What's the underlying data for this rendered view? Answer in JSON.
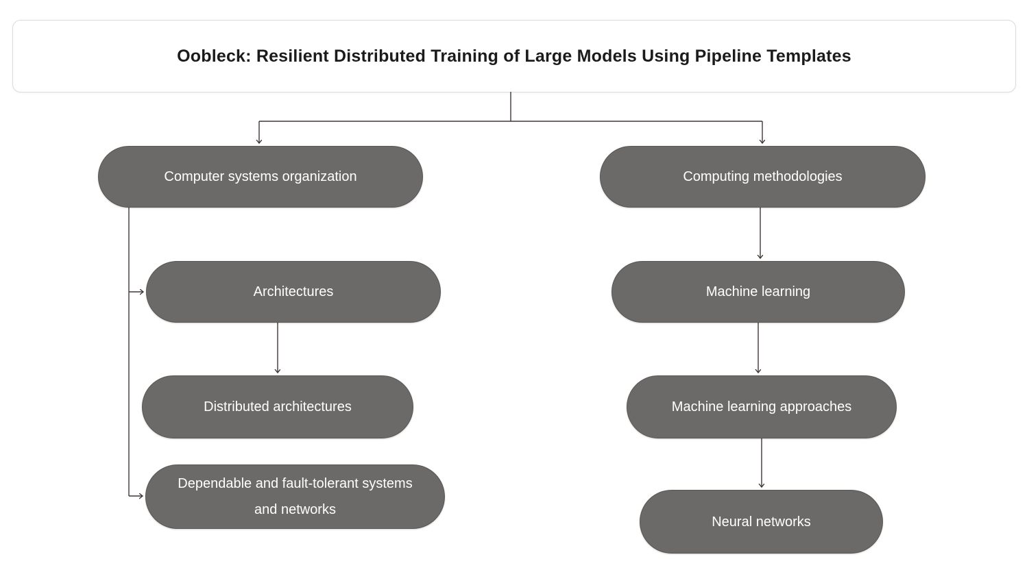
{
  "title": "Oobleck: Resilient Distributed Training of Large Models Using Pipeline Templates",
  "branches": {
    "computer_systems": {
      "label": "Computer systems organization",
      "children": [
        "Architectures",
        "Distributed architectures",
        "Dependable and fault-tolerant systems and networks"
      ]
    },
    "computing_methodologies": {
      "label": "Computing methodologies",
      "children": [
        "Machine learning",
        "Machine learning approaches",
        "Neural networks"
      ]
    }
  },
  "colors": {
    "background": "#ffffff",
    "node_fill": "#6c6a69",
    "node_border": "#585553",
    "node_text": "#ffffff",
    "connector": "#3f3636",
    "title_text": "#1b1b1b",
    "title_border": "#dcdcdc"
  }
}
